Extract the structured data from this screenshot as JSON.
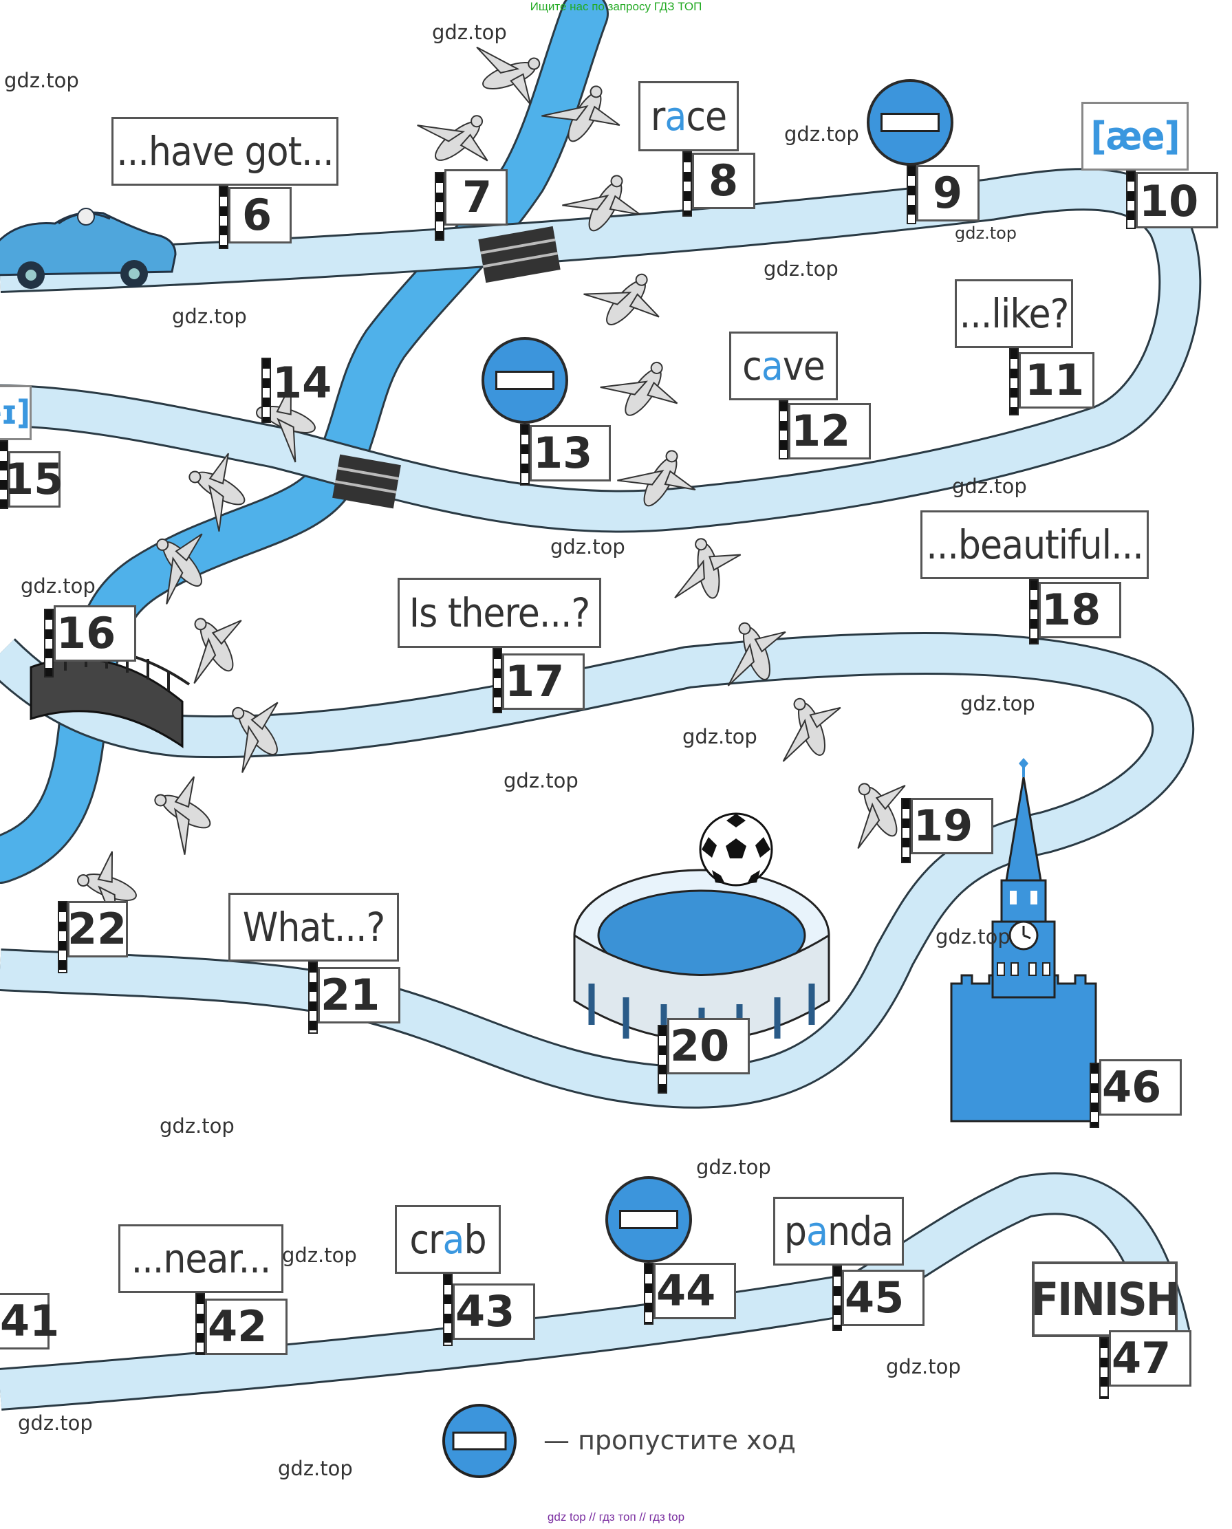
{
  "header": {
    "banner": "Ищите нас по запросу ГДЗ ТОП",
    "banner_color": "#22aa22"
  },
  "footer": {
    "text": "gdz top  //  гдз топ  //  гдз top",
    "color": "#7a2ea0"
  },
  "colors": {
    "road": "#cfe9f7",
    "road_edge": "#2a3a44",
    "river": "#4fb1ea",
    "accent": "#3a97df",
    "stop_sign": "#3c95dc"
  },
  "watermark": "gdz.top",
  "signs": {
    "s6": "...have got...",
    "s8": {
      "a": "r",
      "hl": "a",
      "b": "ce"
    },
    "s10": "[æe]",
    "s11": "...like?",
    "s12": {
      "a": "c",
      "hl": "a",
      "b": "ve"
    },
    "s15": "eɪ]",
    "s17": "Is there...?",
    "s18": "...beautiful...",
    "s21": "What...?",
    "s42": "...near...",
    "s43": {
      "a": "cr",
      "hl": "a",
      "b": "b"
    },
    "s45": {
      "a": "p",
      "hl": "a",
      "b": "nda"
    },
    "finish": "FINISH"
  },
  "numbers": {
    "n6": "6",
    "n7": "7",
    "n8": "8",
    "n9": "9",
    "n10": "10",
    "n11": "11",
    "n12": "12",
    "n13": "13",
    "n14": "14",
    "n15": "15",
    "n16": "16",
    "n17": "17",
    "n18": "18",
    "n19": "19",
    "n20": "20",
    "n21": "21",
    "n22": "22",
    "n41": "41",
    "n42": "42",
    "n43": "43",
    "n44": "44",
    "n45": "45",
    "n46": "46",
    "n47": "47"
  },
  "legend": {
    "text": "—  пропустите  ход",
    "icon": "stop-sign-icon"
  },
  "icons": [
    "car-icon",
    "duck-icon",
    "football-icon",
    "stadium-icon",
    "kremlin-tower-icon",
    "bridge-icon",
    "stop-sign-icon"
  ]
}
